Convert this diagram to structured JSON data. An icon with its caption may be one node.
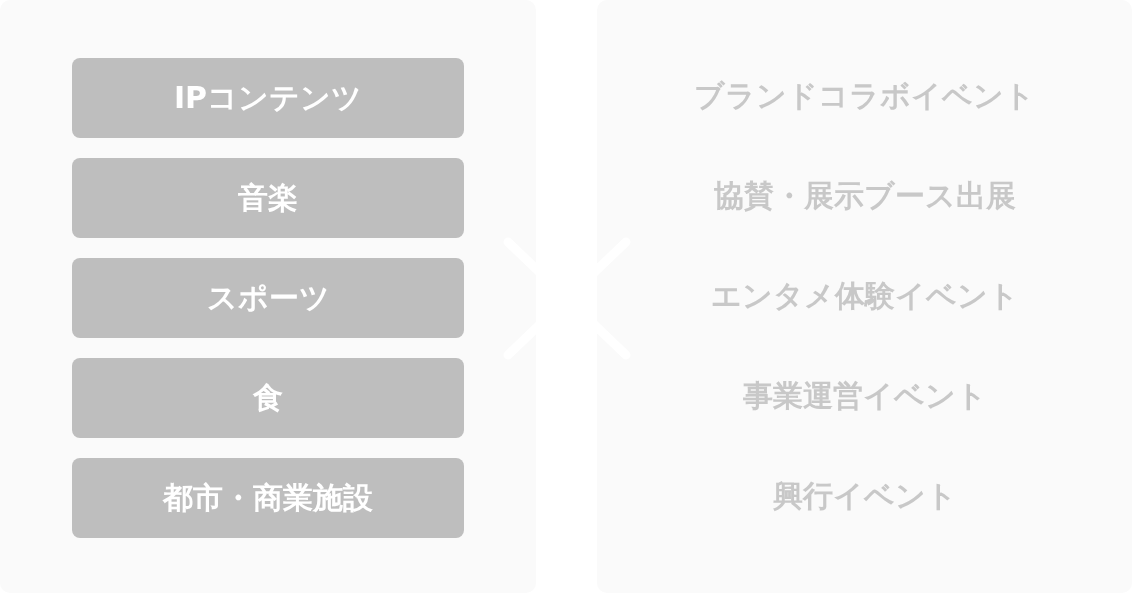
{
  "diagram": {
    "nodes": [
      {
        "text": [],
        "shape": "box"
      },
      {
        "text": [
          "IPコンテンツ"
        ],
        "in": 0
      },
      {
        "text": [
          "音楽"
        ],
        "in": 0
      },
      {
        "text": [
          "スポーツ"
        ],
        "in": 0
      },
      {
        "text": [
          "食"
        ],
        "in": 0
      },
      {
        "text": [
          "都市・商業施設"
        ],
        "in": 0
      },
      {
        "text": [
          "ブランドコラボイベント",
          "協賛・展示ブース出展",
          "エンタメ体験イベント",
          "事業運営イベント",
          "興行イベント"
        ]
      }
    ]
  }
}
